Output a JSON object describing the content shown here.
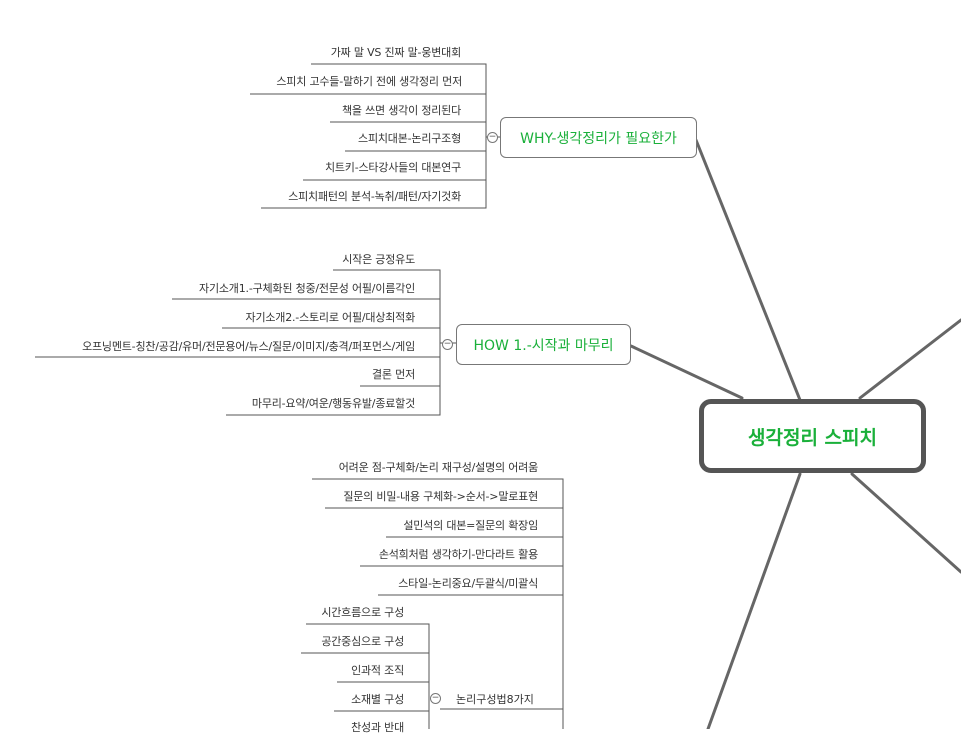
{
  "central": {
    "label": "생각정리 스피치",
    "color": "#1ab03a"
  },
  "branches": [
    {
      "label": "WHY-생각정리가 필요한가",
      "leaves": [
        "가짜 말 VS 진짜 말-웅변대회",
        "스피치 고수들-말하기 전에 생각정리 먼저",
        "책을 쓰면 생각이 정리된다",
        "스피치대본-논리구조형",
        "치트키-스타강사들의 대본연구",
        "스피치패턴의 분석-녹취/패턴/자기것화"
      ]
    },
    {
      "label": "HOW 1.-시작과 마무리",
      "leaves": [
        "시작은 긍정유도",
        "자기소개1.-구체화된 청중/전문성 어필/이름각인",
        "자기소개2.-스토리로 어필/대상최적화",
        "오프닝멘트-칭찬/공감/유머/전문용어/뉴스/질문/이미지/충격/퍼포먼스/게임",
        "결론 먼저",
        "마무리-요약/여운/행동유발/종료할것"
      ]
    },
    {
      "label": "",
      "leaves": [
        "어려운 점-구체화/논리 재구성/설명의 어려움",
        "질문의 비밀-내용 구체화->순서->말로표현",
        "설민석의 대본=질문의 확장임",
        "손석희처럼 생각하기-만다라트 활용",
        "스타일-논리중요/두괄식/미괄식"
      ],
      "sub": {
        "label": "논리구성법8가지",
        "leaves": [
          "시간흐름으로 구성",
          "공간중심으로 구성",
          "인과적 조직",
          "소재별 구성",
          "찬성과 반대"
        ]
      }
    }
  ],
  "toggle_symbol": "−",
  "colors": {
    "accent": "#1ab03a",
    "line": "#666666"
  }
}
